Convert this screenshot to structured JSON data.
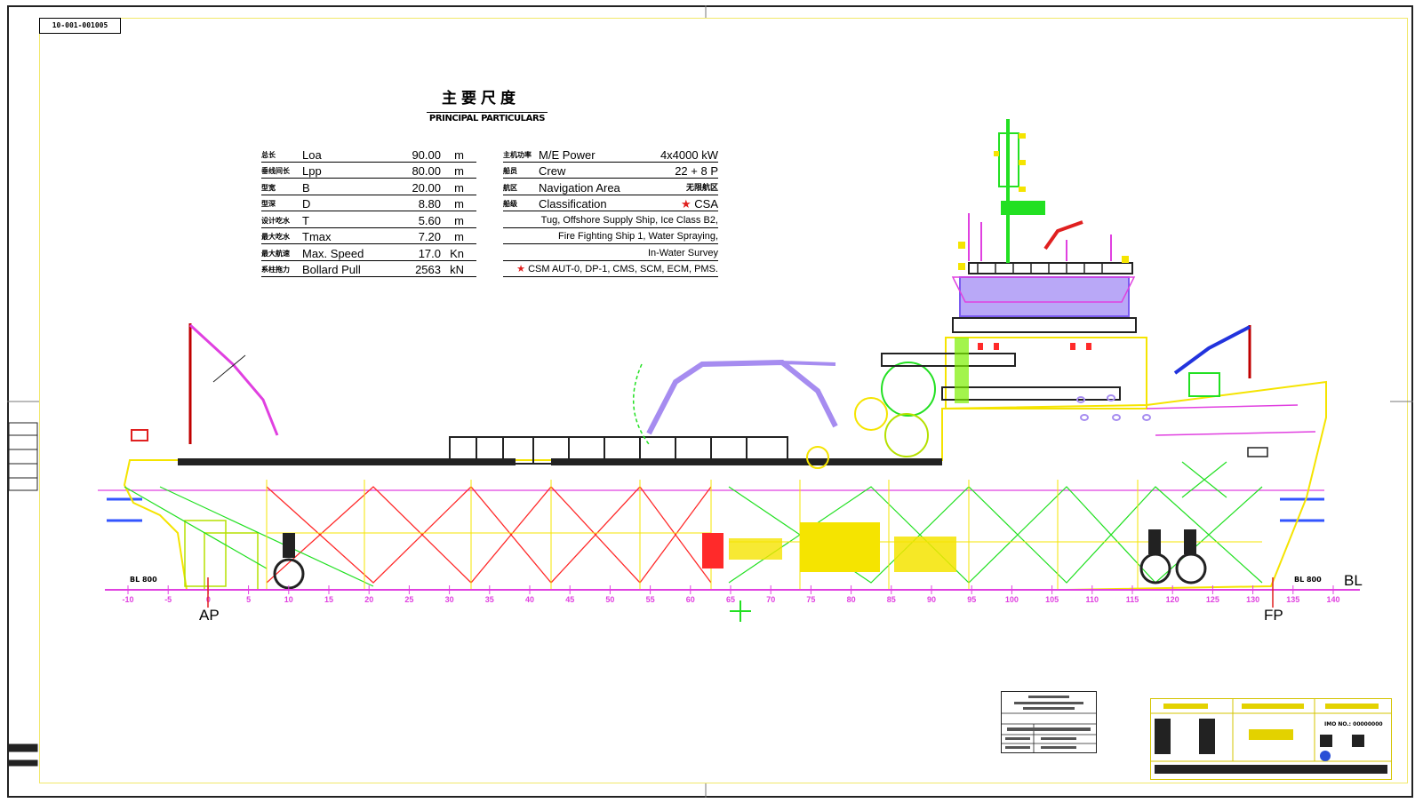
{
  "drawing": {
    "number": "10-001-001005"
  },
  "particulars": {
    "title_cn": "主要尺度",
    "title_en": "PRINCIPAL PARTICULARS",
    "left_rows": [
      {
        "cn": "总长",
        "sym": "Loa",
        "val": "90.00",
        "unit": "m"
      },
      {
        "cn": "垂线间长",
        "sym": "Lpp",
        "val": "80.00",
        "unit": "m"
      },
      {
        "cn": "型宽",
        "sym": "B",
        "val": "20.00",
        "unit": "m"
      },
      {
        "cn": "型深",
        "sym": "D",
        "val": "8.80",
        "unit": "m"
      },
      {
        "cn": "设计吃水",
        "sym": "T",
        "val": "5.60",
        "unit": "m"
      },
      {
        "cn": "最大吃水",
        "sym": "Tmax",
        "val": "7.20",
        "unit": "m"
      },
      {
        "cn": "最大航速",
        "sym": "Max. Speed",
        "val": "17.0",
        "unit": "Kn"
      },
      {
        "cn": "系柱拖力",
        "sym": "Bollard Pull",
        "val": "2563",
        "unit": "kN"
      }
    ],
    "right_rows": [
      {
        "cn": "主机功率",
        "label": "M/E Power",
        "val": "4x4000  kW"
      },
      {
        "cn": "船员",
        "label": "Crew",
        "val": "22 + 8  P"
      },
      {
        "cn": "航区",
        "label": "Navigation Area",
        "val": "无限航区"
      },
      {
        "cn": "船级",
        "label": "Classification",
        "val": "CSA",
        "star": "★"
      }
    ],
    "notation_lines": [
      "Tug, Offshore Supply Ship, Ice Class B2,",
      "Fire Fighting Ship 1, Water Spraying,",
      "In-Water Survey"
    ],
    "notation_last": "CSM AUT-0, DP-1, CMS, SCM, ECM, PMS.",
    "notation_star": "★"
  },
  "markers": {
    "ap": "AP",
    "fp": "FP",
    "bl": "BL",
    "bl_left": "BL 800",
    "bl_right": "BL 800"
  },
  "stations": [
    "-10",
    "-5",
    "0",
    "5",
    "10",
    "15",
    "20",
    "25",
    "30",
    "35",
    "40",
    "45",
    "50",
    "55",
    "60",
    "65",
    "70",
    "75",
    "80",
    "85",
    "90",
    "95",
    "100",
    "105",
    "110",
    "115",
    "120",
    "125",
    "130",
    "135",
    "140"
  ],
  "title_block": {
    "project_no": "IMO NO.: 00000000"
  }
}
